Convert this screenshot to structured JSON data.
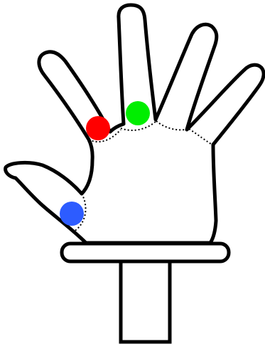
{
  "diagram": {
    "background_color": "#ffffff",
    "outline_color": "#000000",
    "fill_color": "#ffffff",
    "parts": [
      "hand-outline",
      "thumb",
      "index-finger",
      "middle-finger",
      "ring-finger",
      "little-finger",
      "wrist-cuff",
      "forearm-post"
    ],
    "seams": [
      "index-finger-seam",
      "middle-finger-seam",
      "ring-finger-seam",
      "little-finger-seam",
      "thumb-seam"
    ],
    "markers": [
      {
        "name": "red-marker",
        "location": "index-finger-base",
        "color": "#ff0000"
      },
      {
        "name": "green-marker",
        "location": "middle-finger-base",
        "color": "#00ee00"
      },
      {
        "name": "blue-marker",
        "location": "thumb-base",
        "color": "#2d5cff"
      }
    ]
  }
}
